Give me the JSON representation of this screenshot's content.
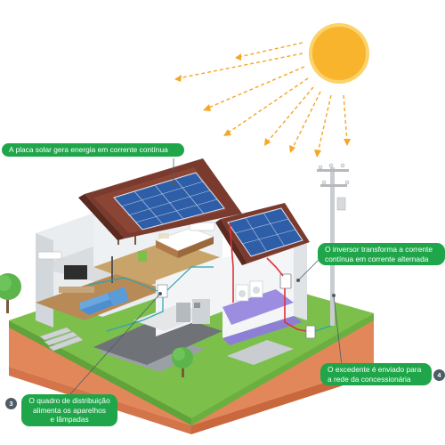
{
  "callouts": {
    "panel": "A placa solar gera energia em corrente contínua",
    "inverter_line1": "O inversor transforma a corrente",
    "inverter_line2": "contínua em corrente alternada",
    "surplus_line1": "O excedente é enviado para",
    "surplus_line2": "a rede da concessionária",
    "panel_box_line1": "O quadro de distribuição",
    "panel_box_line2": "alimenta os aparelhos",
    "panel_box_line3": "e lâmpadas"
  },
  "step_numbers": {
    "three": "3",
    "four": "4"
  },
  "colors": {
    "callout_green": "#1fa64a",
    "sun_yellow": "#f7b42c",
    "sun_ray": "#f5a623",
    "roof_brown": "#7a3b2e",
    "solar_blue": "#2f5ea8",
    "grass_green": "#7cc04b",
    "soil_orange": "#e2875a",
    "wire_red": "#e0303b",
    "wire_teal": "#28a3b3"
  },
  "icons": {
    "sun": "sun-icon",
    "pole": "utility-pole-icon",
    "inverter": "inverter-icon",
    "meter": "meter-icon"
  }
}
